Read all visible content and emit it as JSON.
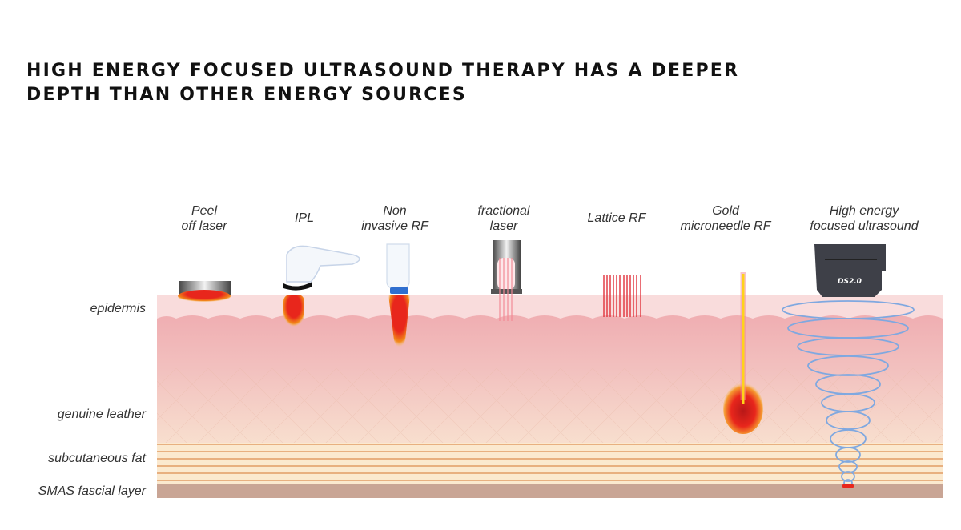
{
  "title": {
    "line1": "HIGH ENERGY FOCUSED ULTRASOUND THERAPY HAS A DEEPER",
    "line2": "DEPTH THAN OTHER ENERGY SOURCES"
  },
  "layers": {
    "epidermis": "epidermis",
    "dermis": "genuine leather",
    "fat": "subcutaneous fat",
    "smas": "SMAS fascial layer"
  },
  "devices": [
    {
      "line1": "Peel",
      "line2": "off laser"
    },
    {
      "line1": "IPL"
    },
    {
      "line1": "Non",
      "line2": "invasive RF"
    },
    {
      "line1": "fractional",
      "line2": "laser"
    },
    {
      "line1": "Lattice RF"
    },
    {
      "line1": "Gold",
      "line2": "microneedle RF"
    },
    {
      "line1": "High energy",
      "line2": "focused ultrasound"
    }
  ],
  "hifu_device_label": "DS2.0",
  "colors": {
    "epidermis": "#f9dcdc",
    "dermis": "#efaab0",
    "fat": "#fbe9cf",
    "fat_line": "#e8b080",
    "smas": "#c9a595",
    "energy": "#e8261c",
    "ultrasound": "#7fa8e0"
  }
}
